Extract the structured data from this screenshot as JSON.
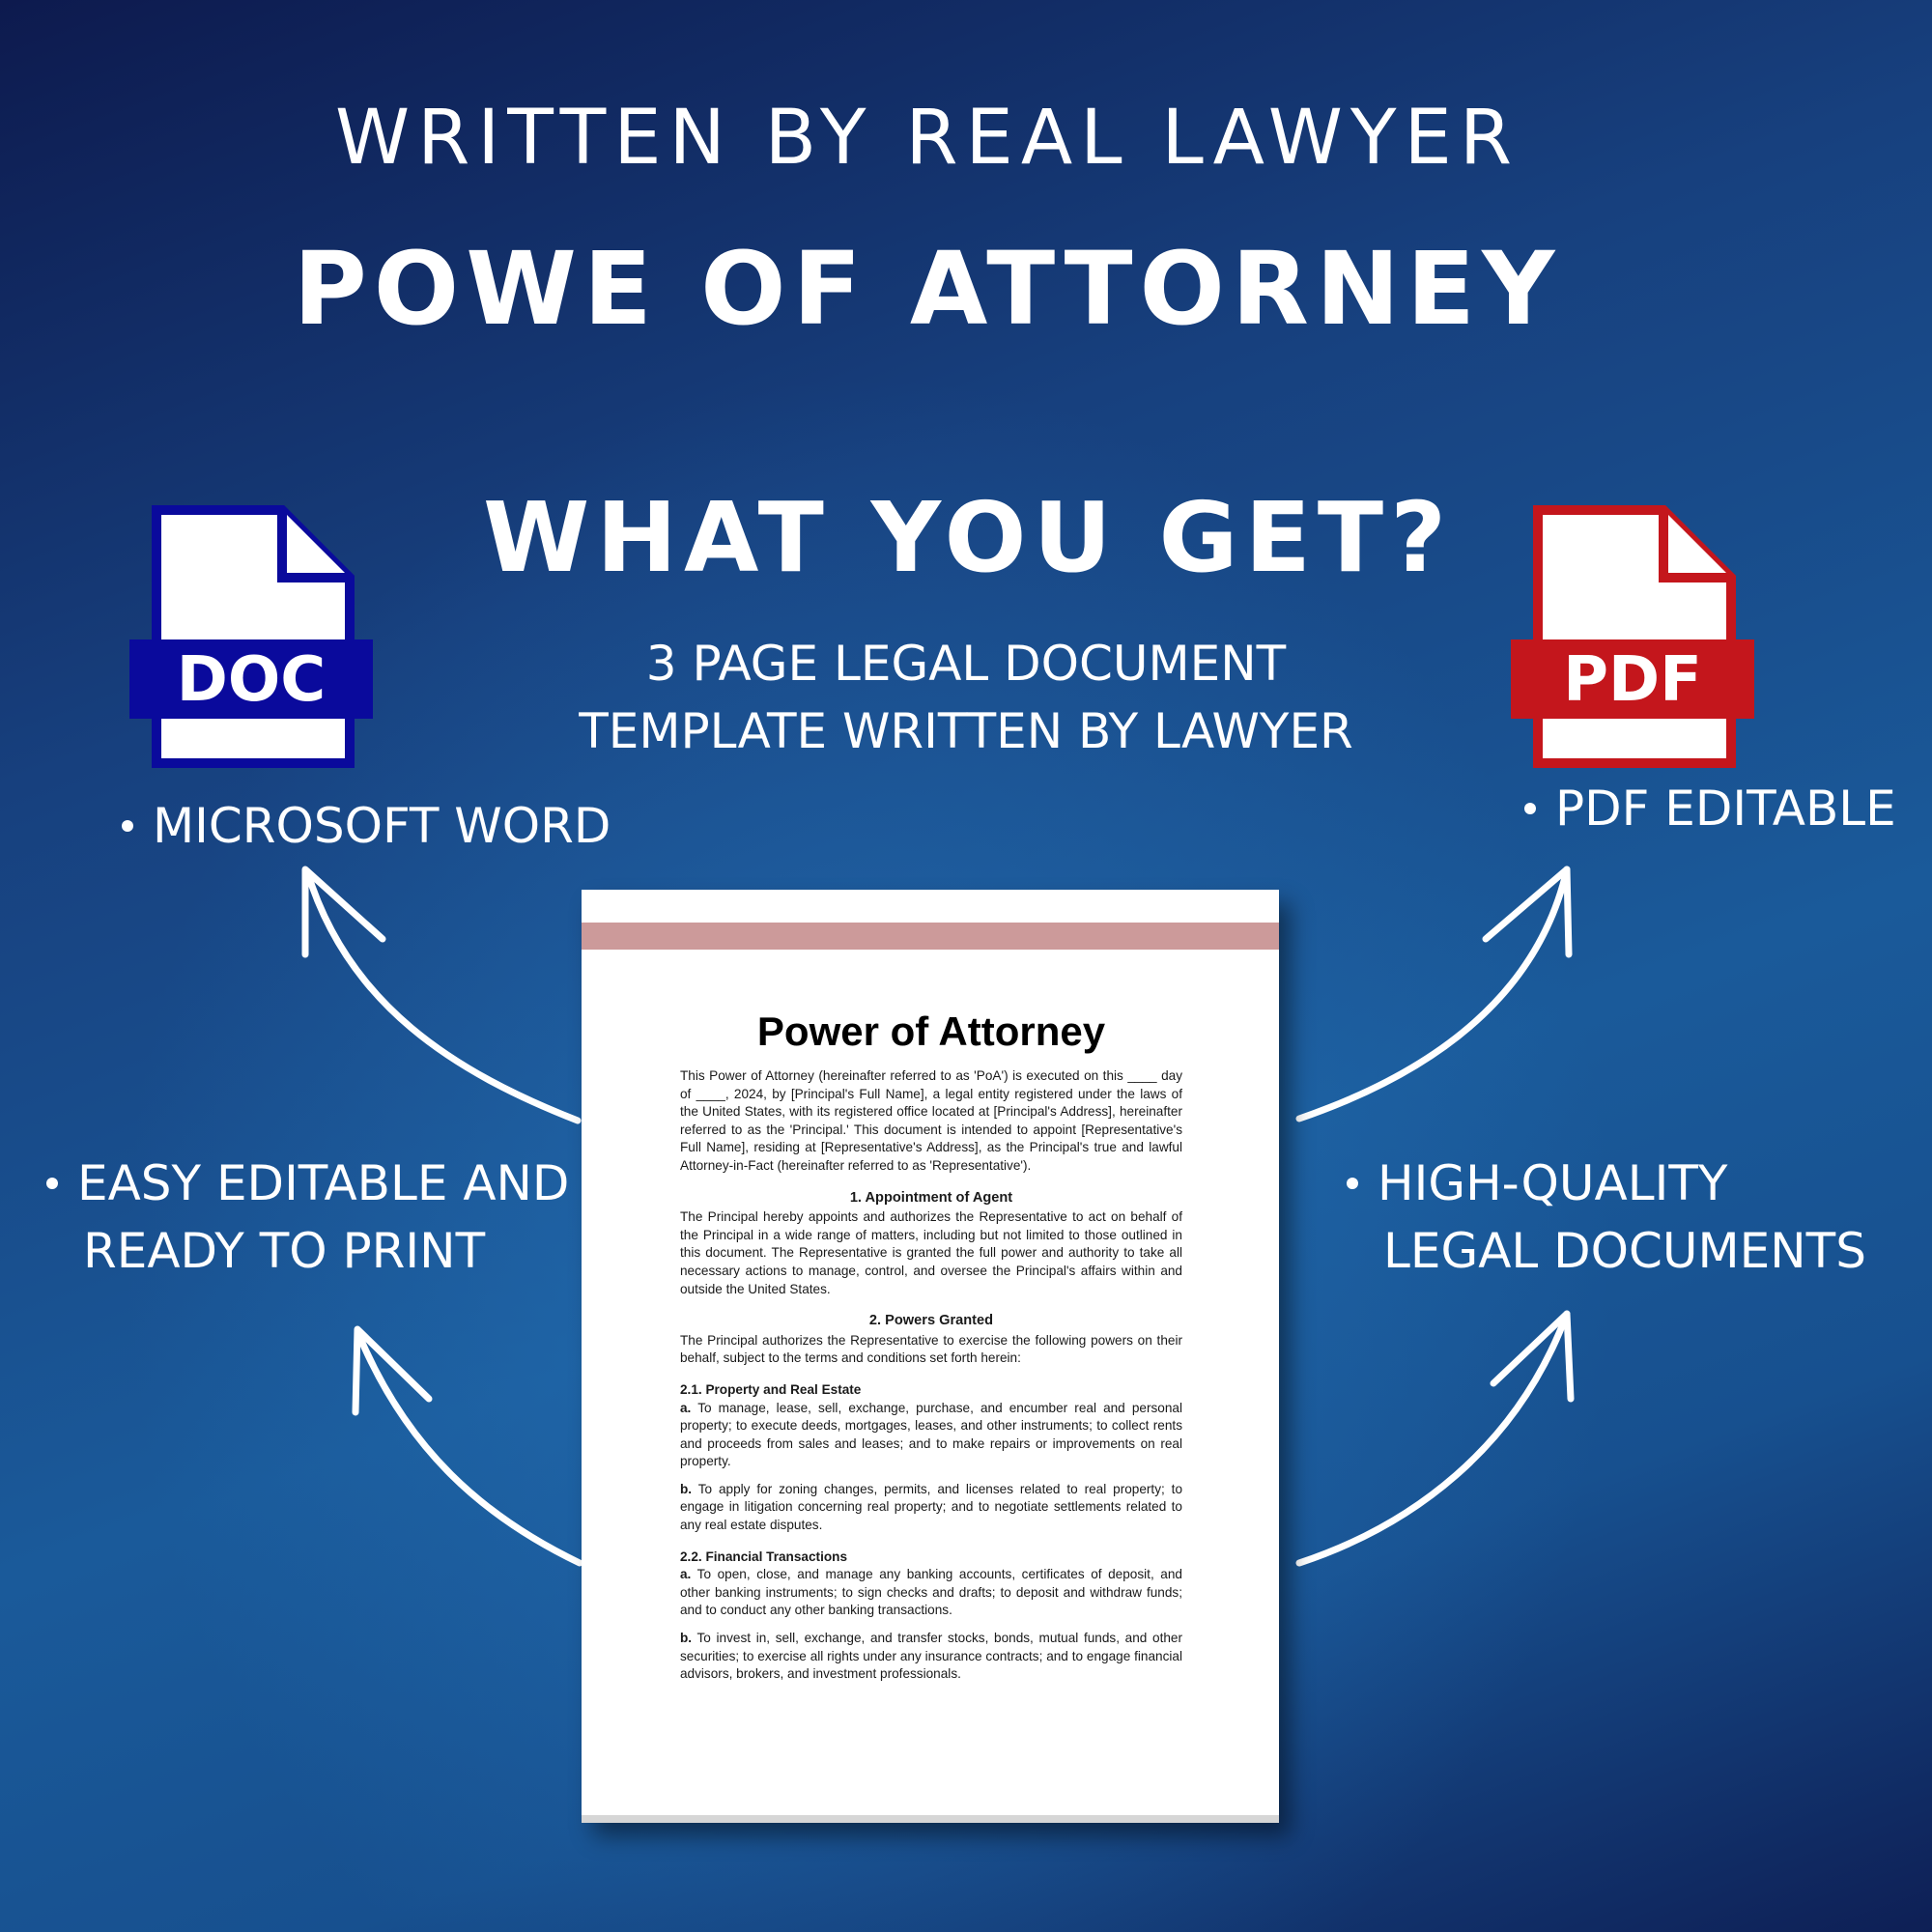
{
  "header": {
    "tagline": "WRITTEN BY REAL LAWYER",
    "title": "POWE OF ATTORNEY"
  },
  "center": {
    "question": "WHAT YOU GET?",
    "subtitle_line1": "3 PAGE LEGAL DOCUMENT",
    "subtitle_line2": "TEMPLATE WRITTEN BY LAWYER"
  },
  "icons": {
    "doc": {
      "label": "DOC",
      "color": "#0a0a9c"
    },
    "pdf": {
      "label": "PDF",
      "color": "#c4161c"
    }
  },
  "features": {
    "word": "MICROSOFT WORD",
    "pdf": "PDF EDITABLE",
    "editable_line1": "EASY EDITABLE AND",
    "editable_line2": "READY TO PRINT",
    "quality_line1": "HIGH-QUALITY",
    "quality_line2": "LEGAL DOCUMENTS"
  },
  "document": {
    "title": "Power of Attorney",
    "intro": "This Power of Attorney (hereinafter referred to as 'PoA') is executed on this ____ day of ____, 2024, by [Principal's Full Name], a legal entity registered under the laws of the United States, with its registered office located at [Principal's Address], hereinafter referred to as the 'Principal.' This document is intended to appoint [Representative's Full Name], residing at [Representative's Address], as the Principal's true and lawful Attorney-in-Fact (hereinafter referred to as 'Representative').",
    "section1_heading": "1. Appointment of Agent",
    "section1_text": "The Principal hereby appoints and authorizes the Representative to act on behalf of the Principal in a wide range of matters, including but not limited to those outlined in this document. The Representative is granted the full power and authority to take all necessary actions to manage, control, and oversee the Principal's affairs within and outside the United States.",
    "section2_heading": "2. Powers Granted",
    "section2_text": "The Principal authorizes the Representative to exercise the following powers on their behalf, subject to the terms and conditions set forth herein:",
    "sub21_heading": "2.1. Property and Real Estate",
    "sub21_a_label": "a.",
    "sub21_a_text": "To manage, lease, sell, exchange, purchase, and encumber real and personal property; to execute deeds, mortgages, leases, and other instruments; to collect rents and proceeds from sales and leases; and to make repairs or improvements on real property.",
    "sub21_b_label": "b.",
    "sub21_b_text": "To apply for zoning changes, permits, and licenses related to real property; to engage in litigation concerning real property; and to negotiate settlements related to any real estate disputes.",
    "sub22_heading": "2.2. Financial Transactions",
    "sub22_a_label": "a.",
    "sub22_a_text": "To open, close, and manage any banking accounts, certificates of deposit, and other banking instruments; to sign checks and drafts; to deposit and withdraw funds; and to conduct any other banking transactions.",
    "sub22_b_label": "b.",
    "sub22_b_text": "To invest in, sell, exchange, and transfer stocks, bonds, mutual funds, and other securities; to exercise all rights under any insurance contracts; and to engage financial advisors, brokers, and investment professionals."
  }
}
